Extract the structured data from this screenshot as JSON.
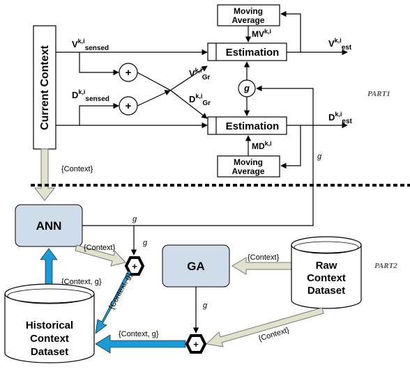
{
  "labels": {
    "current_context": "Current Context",
    "v_sensed_main": "V",
    "v_sensed_sup": "k,i",
    "v_sensed_sub": "sensed",
    "d_sensed_main": "D",
    "d_sensed_sup": "k,i",
    "d_sensed_sub": "sensed",
    "v_gr_main": "V",
    "v_gr_sup": "k,i",
    "v_gr_sub": "Gr",
    "d_gr_main": "D",
    "d_gr_sup": "k,i",
    "d_gr_sub": "Gr",
    "estimation_top": "Estimation",
    "estimation_bottom": "Estimation",
    "moving_average_top_1": "Moving",
    "moving_average_top_2": "Average",
    "moving_average_bottom_1": "Moving",
    "moving_average_bottom_2": "Average",
    "mv_main": "MV",
    "mv_sup": "k,i",
    "md_main": "MD",
    "md_sup": "k,i",
    "v_est_main": "V",
    "v_est_sup": "k,i",
    "v_est_sub": "est",
    "d_est_main": "D",
    "d_est_sup": "k,i",
    "d_est_sub": "est",
    "g_circle": "g",
    "g_right": "g",
    "plus": "+",
    "part1": "PART1",
    "part2": "PART2",
    "context_down": "{Context}",
    "ann": "ANN",
    "g_ann_line": "g",
    "g_ann_down": "g",
    "context_ann_hex": "{Context}",
    "context_g_left": "{Context, g}",
    "context_g_diag": "{Context, g}",
    "ga": "GA",
    "context_raw_ga": "{Context}",
    "raw_1": "Raw",
    "raw_2": "Context",
    "raw_3": "Dataset",
    "g_ga": "g",
    "context_g_bottom": "{Context, g}",
    "context_raw_diag": "{Context}",
    "hist_1": "Historical",
    "hist_2": "Context",
    "hist_3": "Dataset"
  },
  "colors": {
    "box_fill": "#cfdcea",
    "context_arrow_fill": "#e2e1cc",
    "blue_arrow": "#1c9ad6",
    "line": "#000000"
  }
}
